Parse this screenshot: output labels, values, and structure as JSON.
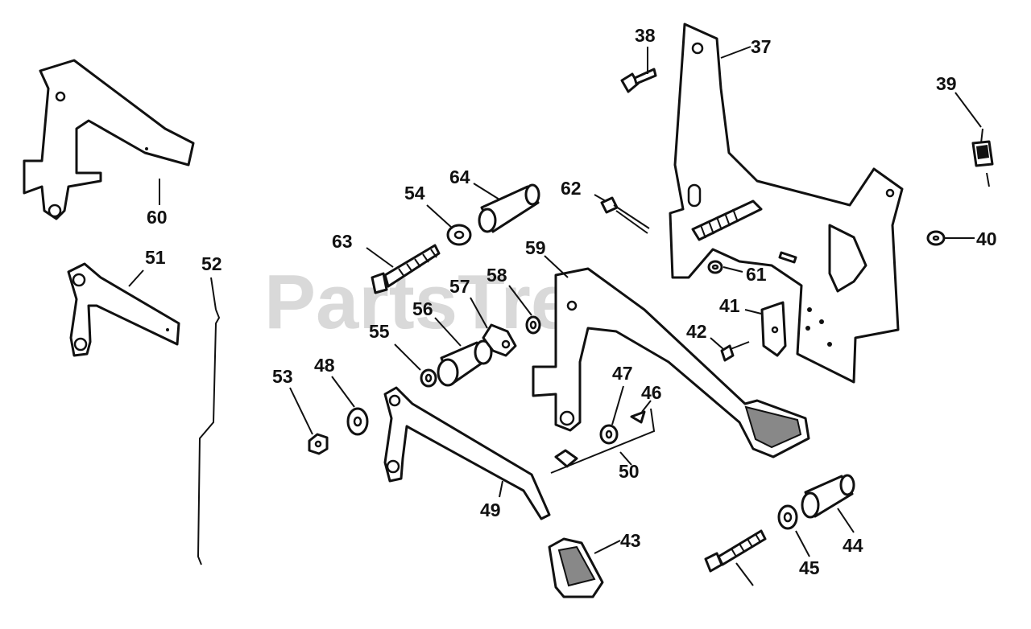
{
  "watermark": "PartsTree",
  "callouts": [
    "38",
    "37",
    "39",
    "40",
    "60",
    "64",
    "54",
    "62",
    "63",
    "59",
    "58",
    "57",
    "61",
    "41",
    "56",
    "55",
    "42",
    "51",
    "52",
    "53",
    "48",
    "47",
    "46",
    "50",
    "49",
    "43",
    "44",
    "45"
  ]
}
